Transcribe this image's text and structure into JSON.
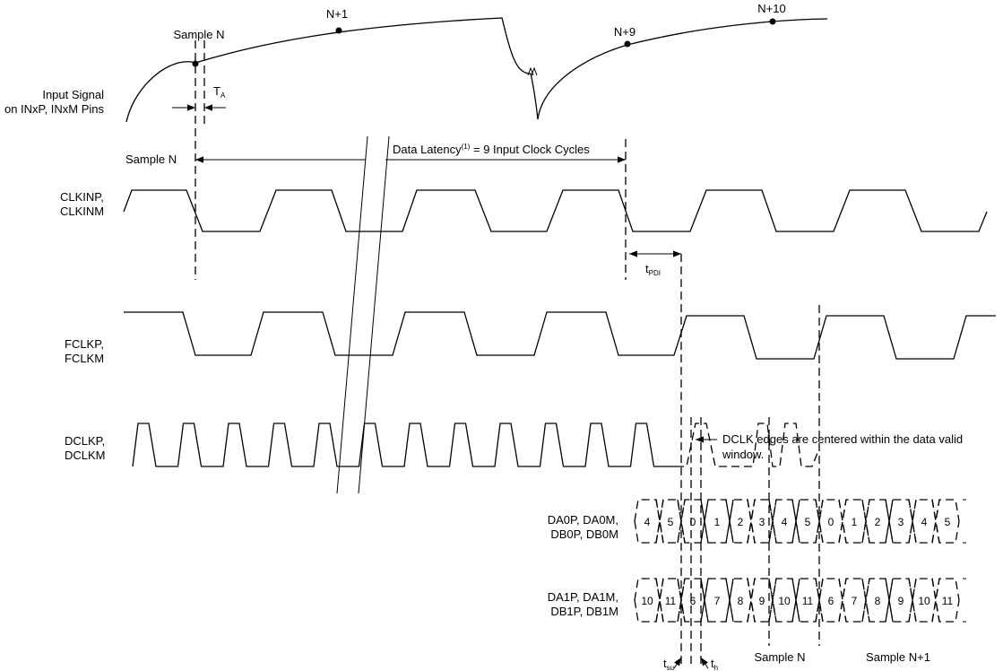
{
  "signal": {
    "label_line1": "Input Signal",
    "label_line2": "on INxP, INxM Pins",
    "sample_n": "Sample N",
    "n_plus_1": "N+1",
    "n_plus_9": "N+9",
    "n_plus_10": "N+10",
    "ta": "T",
    "ta_sub": "A"
  },
  "latency": {
    "sample_n": "Sample N",
    "text_pre": "Data Latency",
    "text_sup": "(1)",
    "text_post": " = 9 Input Clock Cycles"
  },
  "clkin": {
    "line1": "CLKINP,",
    "line2": "CLKINM",
    "tpdi": "t",
    "tpdi_sub": "PDI"
  },
  "fclk": {
    "line1": "FCLKP,",
    "line2": "FCLKM"
  },
  "dclk": {
    "line1": "DCLKP,",
    "line2": "DCLKM",
    "note_line1": "DCLK edges are centered within the data valid",
    "note_line2": "window."
  },
  "data0": {
    "line1": "DA0P, DA0M,",
    "line2": "DB0P, DB0M",
    "cells": [
      "4",
      "5",
      "0",
      "1",
      "2",
      "3",
      "4",
      "5",
      "0",
      "1",
      "2",
      "3",
      "4",
      "5"
    ]
  },
  "data1": {
    "line1": "DA1P, DA1M,",
    "line2": "DB1P, DB1M",
    "cells": [
      "10",
      "11",
      "6",
      "7",
      "8",
      "9",
      "10",
      "11",
      "6",
      "7",
      "8",
      "9",
      "10",
      "11"
    ]
  },
  "bottom": {
    "tsu": "t",
    "tsu_sub": "su",
    "th": "t",
    "th_sub": "h",
    "sample_n": "Sample N",
    "sample_n1": "Sample N+1"
  }
}
